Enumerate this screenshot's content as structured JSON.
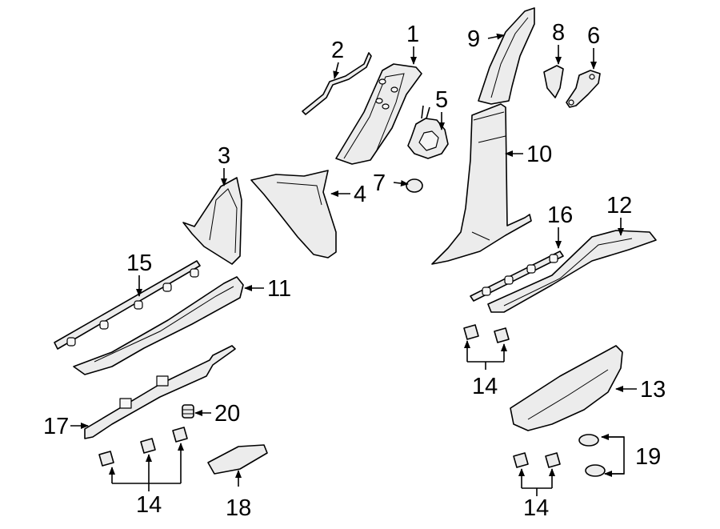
{
  "labels": {
    "p1": "1",
    "p2": "2",
    "p3": "3",
    "p4": "4",
    "p5": "5",
    "p6": "6",
    "p7": "7",
    "p8": "8",
    "p9": "9",
    "p10": "10",
    "p11": "11",
    "p12": "12",
    "p13": "13",
    "p14a": "14",
    "p14b": "14",
    "p14c": "14",
    "p15": "15",
    "p16": "16",
    "p17": "17",
    "p18": "18",
    "p19": "19",
    "p20": "20"
  }
}
